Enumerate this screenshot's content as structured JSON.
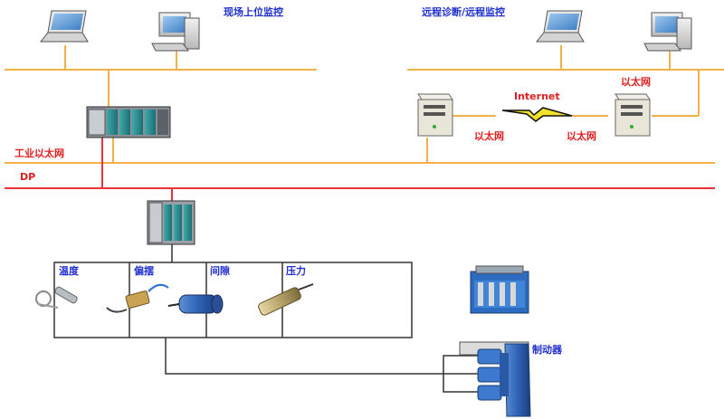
{
  "labels": {
    "local_monitoring": "现场上位监控",
    "remote_monitoring": "远程诊断/远程监控",
    "internet": "Internet",
    "ethernet": "以太网",
    "industrial_ethernet": "工业以太网",
    "dp": "DP",
    "temperature": "温度",
    "eccentricity": "偏摆",
    "gap": "间隙",
    "pressure": "压力",
    "brake": "制动器"
  },
  "colors": {
    "ethernet_line": "#f5b04a",
    "dp_line": "#e8333a",
    "label_blue": "#1f2fd0",
    "label_red": "#e02020"
  }
}
